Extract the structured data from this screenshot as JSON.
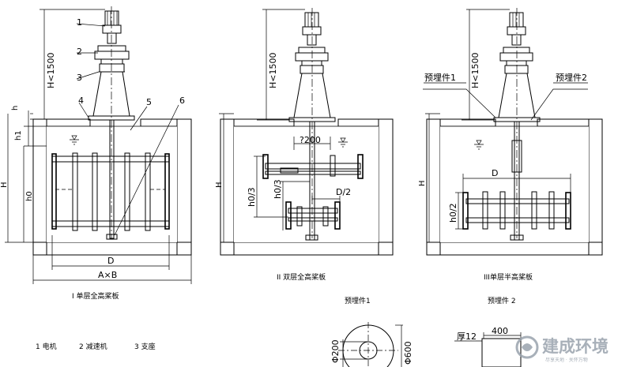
{
  "callouts": [
    "1",
    "2",
    "3",
    "4",
    "5",
    "6"
  ],
  "dims": {
    "H_lt_1500": "H<1500",
    "h": "h",
    "h1": "h1",
    "H": "H",
    "h0": "h0",
    "D": "D",
    "AxB": "A×B",
    "d200": "?200",
    "h0_3": "h0/3",
    "D_2": "D/2",
    "h0_2": "h0/2"
  },
  "labels": {
    "embed1": "预埋件1",
    "embed2": "预埋件2"
  },
  "captions": {
    "fig1": "I 单层全高桨板",
    "fig2": "II 双层全高桨板",
    "fig3": "III单层半高桨板",
    "detail1": "预埋件1",
    "detail2": "预埋件 2"
  },
  "legend": [
    "1 电机",
    "2  减速机",
    "3  支座"
  ],
  "detail": {
    "phi200": "Φ200",
    "phi600": "Φ600",
    "thk12": "厚12",
    "w400": "400"
  },
  "watermark": {
    "name": "建成环境",
    "tagline": "尽享天地 · 关怀万物"
  }
}
